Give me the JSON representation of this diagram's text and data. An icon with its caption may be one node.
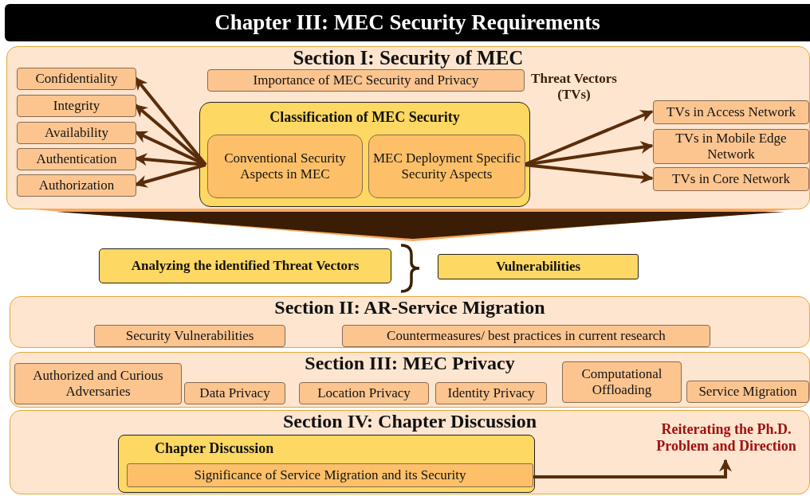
{
  "diagram": {
    "title": "Chapter III: MEC Security Requirements",
    "nodes": [
      {
        "text": [
          "Section I: Security of MEC"
        ]
      },
      {
        "text": [
          "Confidentiality"
        ],
        "in": 0
      },
      {
        "text": [
          "Integrity"
        ],
        "in": 0
      },
      {
        "text": [
          "Availability"
        ],
        "in": 0
      },
      {
        "text": [
          "Authentication"
        ],
        "in": 0
      },
      {
        "text": [
          "Authorization"
        ],
        "in": 0
      },
      {
        "text": [
          "Importance of MEC Security and Privacy"
        ],
        "in": 0
      },
      {
        "text": [
          "Classification of MEC Security"
        ],
        "in": 0
      },
      {
        "text": [
          "Conventional Security Aspects in MEC"
        ],
        "in": 7
      },
      {
        "text": [
          "MEC Deployment Specific Security Aspects"
        ],
        "in": 7
      },
      {
        "text": [
          "TVs in Access Network"
        ],
        "in": 0
      },
      {
        "text": [
          "TVs in Mobile Edge Network"
        ],
        "in": 0
      },
      {
        "text": [
          "TVs in Core Network"
        ],
        "in": 0
      },
      {
        "text": [
          "Analyzing the identified Threat Vectors"
        ]
      },
      {
        "text": [
          "Vulnerabilities"
        ]
      },
      {
        "text": [
          "Section II: AR-Service Migration"
        ]
      },
      {
        "text": [
          "Security Vulnerabilities"
        ],
        "in": 15
      },
      {
        "text": [
          "Countermeasures/ best practices in current research"
        ],
        "in": 15
      },
      {
        "text": [
          "Section III: MEC Privacy"
        ]
      },
      {
        "text": [
          "Authorized and Curious Adversaries"
        ],
        "in": 18
      },
      {
        "text": [
          "Data Privacy"
        ],
        "in": 18
      },
      {
        "text": [
          "Location Privacy"
        ],
        "in": 18
      },
      {
        "text": [
          "Identity Privacy"
        ],
        "in": 18
      },
      {
        "text": [
          "Computational Offloading"
        ],
        "in": 18
      },
      {
        "text": [
          "Service Migration"
        ],
        "in": 18
      },
      {
        "text": [
          "Section IV: Chapter Discussion"
        ]
      },
      {
        "text": [
          "Chapter Discussion"
        ],
        "in": 25
      },
      {
        "text": [
          "Significance of Service Migration and its Security"
        ],
        "in": 26
      },
      {
        "text": [
          "Reiterating the Ph.D. Problem and Direction"
        ],
        "in": 25
      }
    ],
    "edges": [
      {
        "from": 8,
        "to": 1,
        "arrow": "to"
      },
      {
        "from": 8,
        "to": 2,
        "arrow": "to"
      },
      {
        "from": 8,
        "to": 3,
        "arrow": "to"
      },
      {
        "from": 8,
        "to": 4,
        "arrow": "to"
      },
      {
        "from": 8,
        "to": 5,
        "arrow": "to"
      },
      {
        "from": 9,
        "to": 10,
        "arrow": "to"
      },
      {
        "from": 9,
        "to": 11,
        "arrow": "to"
      },
      {
        "from": 9,
        "to": 12,
        "arrow": "to"
      },
      {
        "from": 27,
        "to": 28,
        "arrow": "to"
      }
    ],
    "labels": [
      "Threat Vectors (TVs)"
    ]
  }
}
